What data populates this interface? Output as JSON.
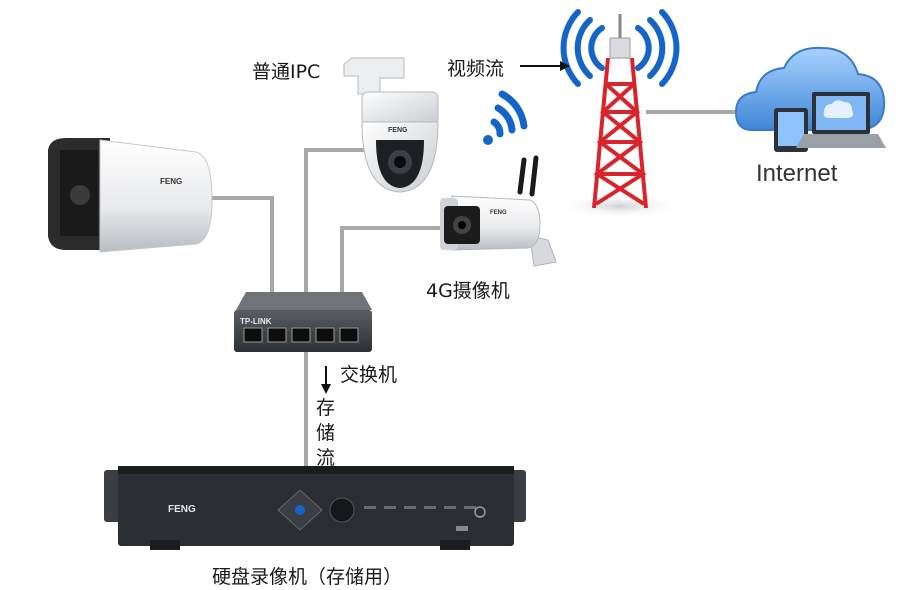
{
  "labels": {
    "ipc": "普通IPC",
    "video_stream": "视频流",
    "internet": "Internet",
    "camera_4g": "4G摄像机",
    "switch": "交换机",
    "storage_stream": "存储流",
    "nvr": "硬盘录像机（存储用）"
  },
  "brands": {
    "camera": "FENG",
    "switch": "TP-LINK",
    "nvr": "FENG"
  },
  "colors": {
    "cable": "#a8a8a8",
    "tower_red": "#d8242a",
    "wifi_blue": "#1565c8",
    "cloud_blue": "#5b9fe6",
    "device_dark": "#2a2a2a"
  }
}
